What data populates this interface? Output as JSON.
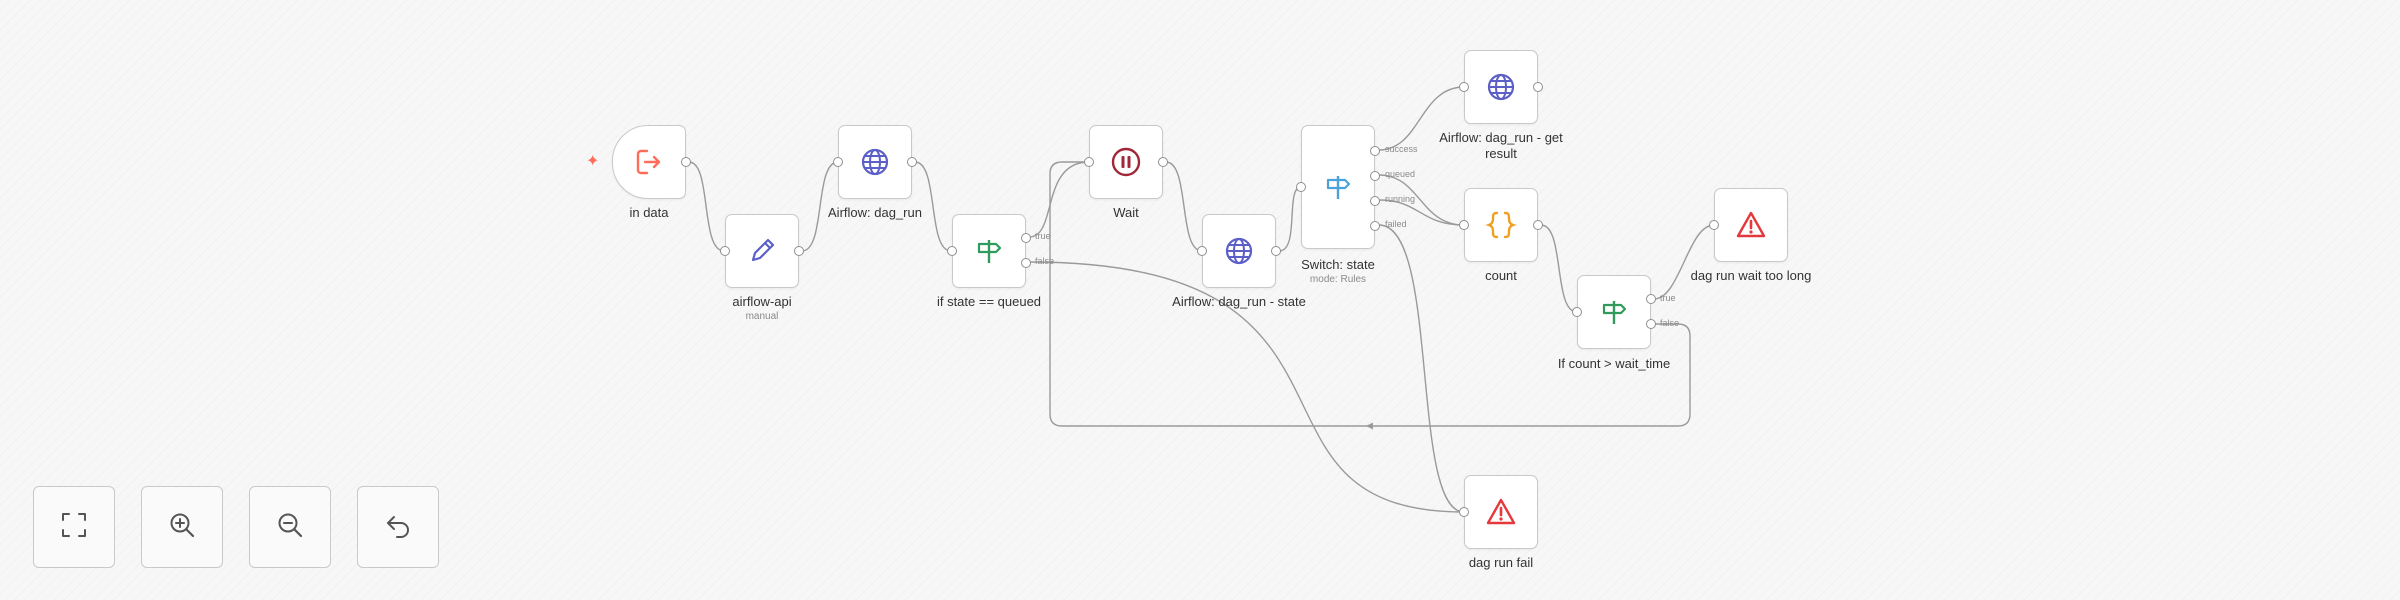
{
  "workflow": {
    "nodes": {
      "in_data": {
        "label": "in data",
        "icon": "sign-in-icon",
        "color": "#ff6d5a"
      },
      "airflow_api": {
        "label": "airflow-api",
        "subtitle": "manual",
        "icon": "pencil-icon",
        "color": "#5b5fc7"
      },
      "airflow_dag_run": {
        "label": "Airflow: dag_run",
        "icon": "globe-icon",
        "color": "#5b5fc7"
      },
      "if_state_queued": {
        "label": "if state == queued",
        "icon": "signpost-icon",
        "color": "#2e9b5b",
        "outputs": [
          "true",
          "false"
        ]
      },
      "wait": {
        "label": "Wait",
        "icon": "pause-icon",
        "color": "#a0273a"
      },
      "airflow_dag_run_state": {
        "label": "Airflow: dag_run - state",
        "icon": "globe-icon",
        "color": "#5b5fc7"
      },
      "switch_state": {
        "label": "Switch: state",
        "subtitle": "mode: Rules",
        "icon": "signpost-icon",
        "color": "#4aa3df",
        "outputs": [
          "success",
          "queued",
          "running",
          "failed"
        ]
      },
      "airflow_dag_run_get_result": {
        "label_lines": [
          "Airflow: dag_run - get",
          "result"
        ],
        "icon": "globe-icon",
        "color": "#5b5fc7"
      },
      "count": {
        "label": "count",
        "icon": "braces-icon",
        "color": "#f0a020"
      },
      "if_count_wait_time": {
        "label": "If count > wait_time",
        "icon": "signpost-icon",
        "color": "#2e9b5b",
        "outputs": [
          "true",
          "false"
        ]
      },
      "dag_run_wait_too_long": {
        "label": "dag run wait too long",
        "icon": "warning-icon",
        "color": "#e5383b"
      },
      "dag_run_fail": {
        "label": "dag run fail",
        "icon": "warning-icon",
        "color": "#e5383b"
      }
    }
  },
  "controls": {
    "fit_view": {
      "icon": "fit-view-icon"
    },
    "zoom_in": {
      "icon": "zoom-in-icon"
    },
    "zoom_out": {
      "icon": "zoom-out-icon"
    },
    "reset": {
      "icon": "undo-icon"
    }
  }
}
